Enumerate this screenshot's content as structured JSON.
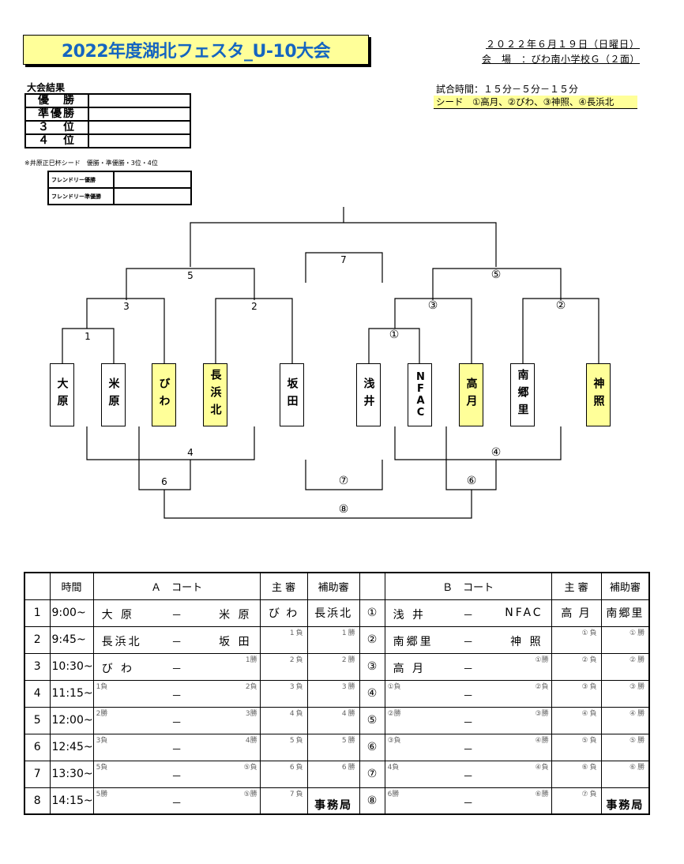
{
  "title": "2022年度湖北フェスタ_U-10大会",
  "date": "２０２２年６月１９日（日曜日）",
  "venue": "会　場　：びわ南小学校Ｇ（２面）",
  "match_time": "試合時間：１５分－５分－１５分",
  "seed": "シード　①高月、②びわ、③神照、④長浜北",
  "results": {
    "label": "大会結果",
    "rows": [
      "優　勝",
      "準優勝",
      "３　位",
      "４　位"
    ]
  },
  "note": "※井原正巳杯シード　優勝・準優勝・3位・4位",
  "friendly": [
    "フレンドリー優勝",
    "フレンドリー準優勝"
  ],
  "teams": [
    {
      "name": "大原",
      "seed": false
    },
    {
      "name": "米原",
      "seed": false
    },
    {
      "name": "びわ",
      "seed": true
    },
    {
      "name": "長浜北",
      "seed": true
    },
    {
      "name": "坂田",
      "seed": false
    },
    {
      "name": "浅井",
      "seed": false
    },
    {
      "name": "NFAC",
      "seed": false
    },
    {
      "name": "高月",
      "seed": true
    },
    {
      "name": "南郷里",
      "seed": false
    },
    {
      "name": "神照",
      "seed": true
    }
  ],
  "bracket_labels": {
    "l1": "1",
    "l2": "2",
    "l3": "3",
    "l4": "4",
    "l5": "5",
    "l6": "6",
    "l7": "7",
    "c1": "①",
    "c2": "②",
    "c3": "③",
    "c4": "④",
    "c5": "⑤",
    "c6": "⑥",
    "c7": "⑦",
    "c8": "⑧"
  },
  "schedule": {
    "headers": {
      "time": "時間",
      "a_court": "Ａ　コート",
      "ref": "主 審",
      "aux": "補助審",
      "b_court": "Ｂ　コート"
    },
    "rows": [
      {
        "no": "1",
        "time": "9:00~",
        "a_left": "大 原",
        "a_right": "米 原",
        "a_lt": "",
        "a_rt": "",
        "ref_a": "び わ",
        "aux_a": "長浜北",
        "ref_a_small": "",
        "aux_a_small": "",
        "b_no": "①",
        "b_left": "浅 井",
        "b_right": "NFAC",
        "b_lt": "",
        "b_rt": "",
        "ref_b": "高 月",
        "aux_b": "南郷里",
        "ref_b_small": "",
        "aux_b_small": ""
      },
      {
        "no": "2",
        "time": "9:45~",
        "a_left": "長浜北",
        "a_right": "坂 田",
        "a_lt": "",
        "a_rt": "",
        "ref_a": "",
        "aux_a": "",
        "ref_a_small": "1負",
        "aux_a_small": "1勝",
        "b_no": "②",
        "b_left": "南郷里",
        "b_right": "神 照",
        "b_lt": "",
        "b_rt": "",
        "ref_b": "",
        "aux_b": "",
        "ref_b_small": "①負",
        "aux_b_small": "①勝"
      },
      {
        "no": "3",
        "time": "10:30~",
        "a_left": "び わ",
        "a_right": "",
        "a_lt": "",
        "a_rt": "1勝",
        "ref_a": "",
        "aux_a": "",
        "ref_a_small": "2負",
        "aux_a_small": "2勝",
        "b_no": "③",
        "b_left": "高 月",
        "b_right": "",
        "b_lt": "",
        "b_rt": "①勝",
        "ref_b": "",
        "aux_b": "",
        "ref_b_small": "②負",
        "aux_b_small": "②勝"
      },
      {
        "no": "4",
        "time": "11:15~",
        "a_left": "",
        "a_right": "",
        "a_lt": "1負",
        "a_rt": "2負",
        "ref_a": "",
        "aux_a": "",
        "ref_a_small": "3負",
        "aux_a_small": "3勝",
        "b_no": "④",
        "b_left": "",
        "b_right": "",
        "b_lt": "①負",
        "b_rt": "②負",
        "ref_b": "",
        "aux_b": "",
        "ref_b_small": "③負",
        "aux_b_small": "③勝"
      },
      {
        "no": "5",
        "time": "12:00~",
        "a_left": "",
        "a_right": "",
        "a_lt": "2勝",
        "a_rt": "3勝",
        "ref_a": "",
        "aux_a": "",
        "ref_a_small": "4負",
        "aux_a_small": "4勝",
        "b_no": "⑤",
        "b_left": "",
        "b_right": "",
        "b_lt": "②勝",
        "b_rt": "③勝",
        "ref_b": "",
        "aux_b": "",
        "ref_b_small": "④負",
        "aux_b_small": "④勝"
      },
      {
        "no": "6",
        "time": "12:45~",
        "a_left": "",
        "a_right": "",
        "a_lt": "3負",
        "a_rt": "4勝",
        "ref_a": "",
        "aux_a": "",
        "ref_a_small": "5負",
        "aux_a_small": "5勝",
        "b_no": "⑥",
        "b_left": "",
        "b_right": "",
        "b_lt": "③負",
        "b_rt": "④勝",
        "ref_b": "",
        "aux_b": "",
        "ref_b_small": "⑤負",
        "aux_b_small": "⑤勝"
      },
      {
        "no": "7",
        "time": "13:30~",
        "a_left": "",
        "a_right": "",
        "a_lt": "5負",
        "a_rt": "⑤負",
        "ref_a": "",
        "aux_a": "",
        "ref_a_small": "6負",
        "aux_a_small": "6勝",
        "b_no": "⑦",
        "b_left": "",
        "b_right": "",
        "b_lt": "4負",
        "b_rt": "④負",
        "ref_b": "",
        "aux_b": "",
        "ref_b_small": "⑥負",
        "aux_b_small": "⑥勝"
      },
      {
        "no": "8",
        "time": "14:15~",
        "a_left": "",
        "a_right": "",
        "a_lt": "5勝",
        "a_rt": "⑤勝",
        "ref_a": "",
        "aux_a": "事務局",
        "ref_a_small": "7負",
        "aux_a_small": "",
        "b_no": "⑧",
        "b_left": "",
        "b_right": "",
        "b_lt": "6勝",
        "b_rt": "⑥勝",
        "ref_b": "",
        "aux_b": "事務局",
        "ref_b_small": "⑦負",
        "aux_b_small": ""
      }
    ],
    "dash": "－"
  }
}
